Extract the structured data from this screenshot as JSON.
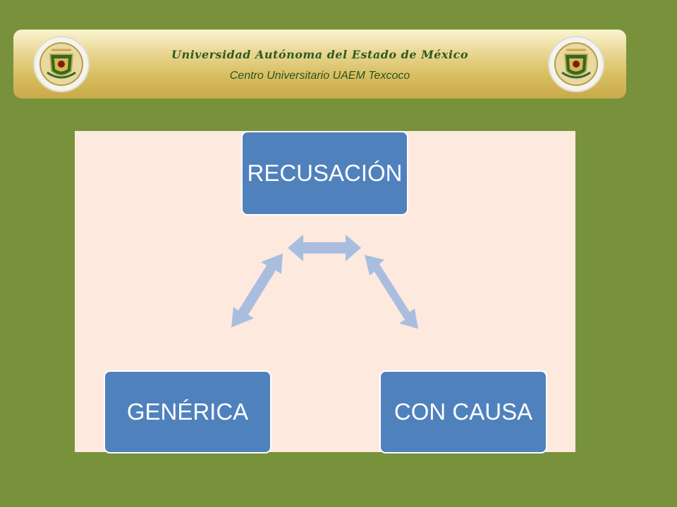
{
  "header": {
    "university": "Universidad Autónoma del Estado de México",
    "campus": "Centro Universitario UAEM Texcoco",
    "logos": [
      "university-seal",
      "university-seal"
    ]
  },
  "diagram": {
    "nodes": {
      "top": "RECUSACIÓN",
      "bottom_left": "GENÉRICA",
      "bottom_right": "CON CAUSA"
    },
    "arrows": [
      "bidirectional",
      "bidirectional",
      "bidirectional"
    ]
  },
  "colors": {
    "background": "#77923b",
    "panel": "#fde9dd",
    "node_fill": "#4f81bd",
    "arrow": "#a9bedf"
  }
}
